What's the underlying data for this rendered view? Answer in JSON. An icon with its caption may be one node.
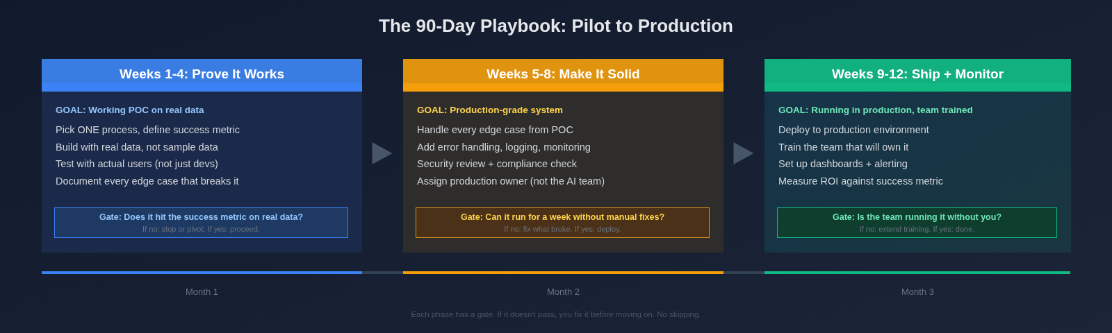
{
  "diagram": {
    "title": "The 90-Day Playbook: Pilot to Production",
    "nodes": [
      {
        "text": [
          "Weeks 1-4: Prove It Works",
          "GOAL: Working POC on real data",
          "Pick ONE process, define success metric",
          "Build with real data, not sample data",
          "Test with actual users (not just devs)",
          "Document every edge case that breaks it"
        ]
      },
      {
        "text": [
          "Gate: Does it hit the success metric on real data?",
          "If no: stop or pivot. If yes: proceed."
        ],
        "in": 0
      },
      {
        "text": [
          "Weeks 5-8: Make It Solid",
          "GOAL: Production-grade system",
          "Handle every edge case from POC",
          "Add error handling, logging, monitoring",
          "Security review + compliance check",
          "Assign production owner (not the AI team)"
        ]
      },
      {
        "text": [
          "Gate: Can it run for a week without manual fixes?",
          "If no: fix what broke. If yes: deploy."
        ],
        "in": 2
      },
      {
        "text": [
          "Weeks 9-12: Ship + Monitor",
          "GOAL: Running in production, team trained",
          "Deploy to production environment",
          "Train the team that will own it",
          "Set up dashboards + alerting",
          "Measure ROI against success metric"
        ]
      },
      {
        "text": [
          "Gate: Is the team running it without you?",
          "If no: extend training. If yes: done."
        ],
        "in": 4
      }
    ],
    "edges": [
      {
        "from": 0,
        "to": 2,
        "arrow": "to"
      },
      {
        "from": 2,
        "to": 4,
        "arrow": "to"
      }
    ],
    "labels": [
      "Month 1",
      "Month 2",
      "Month 3"
    ],
    "caption": "Each phase has a gate. If it doesn't pass, you fix it before moving on. No skipping."
  }
}
